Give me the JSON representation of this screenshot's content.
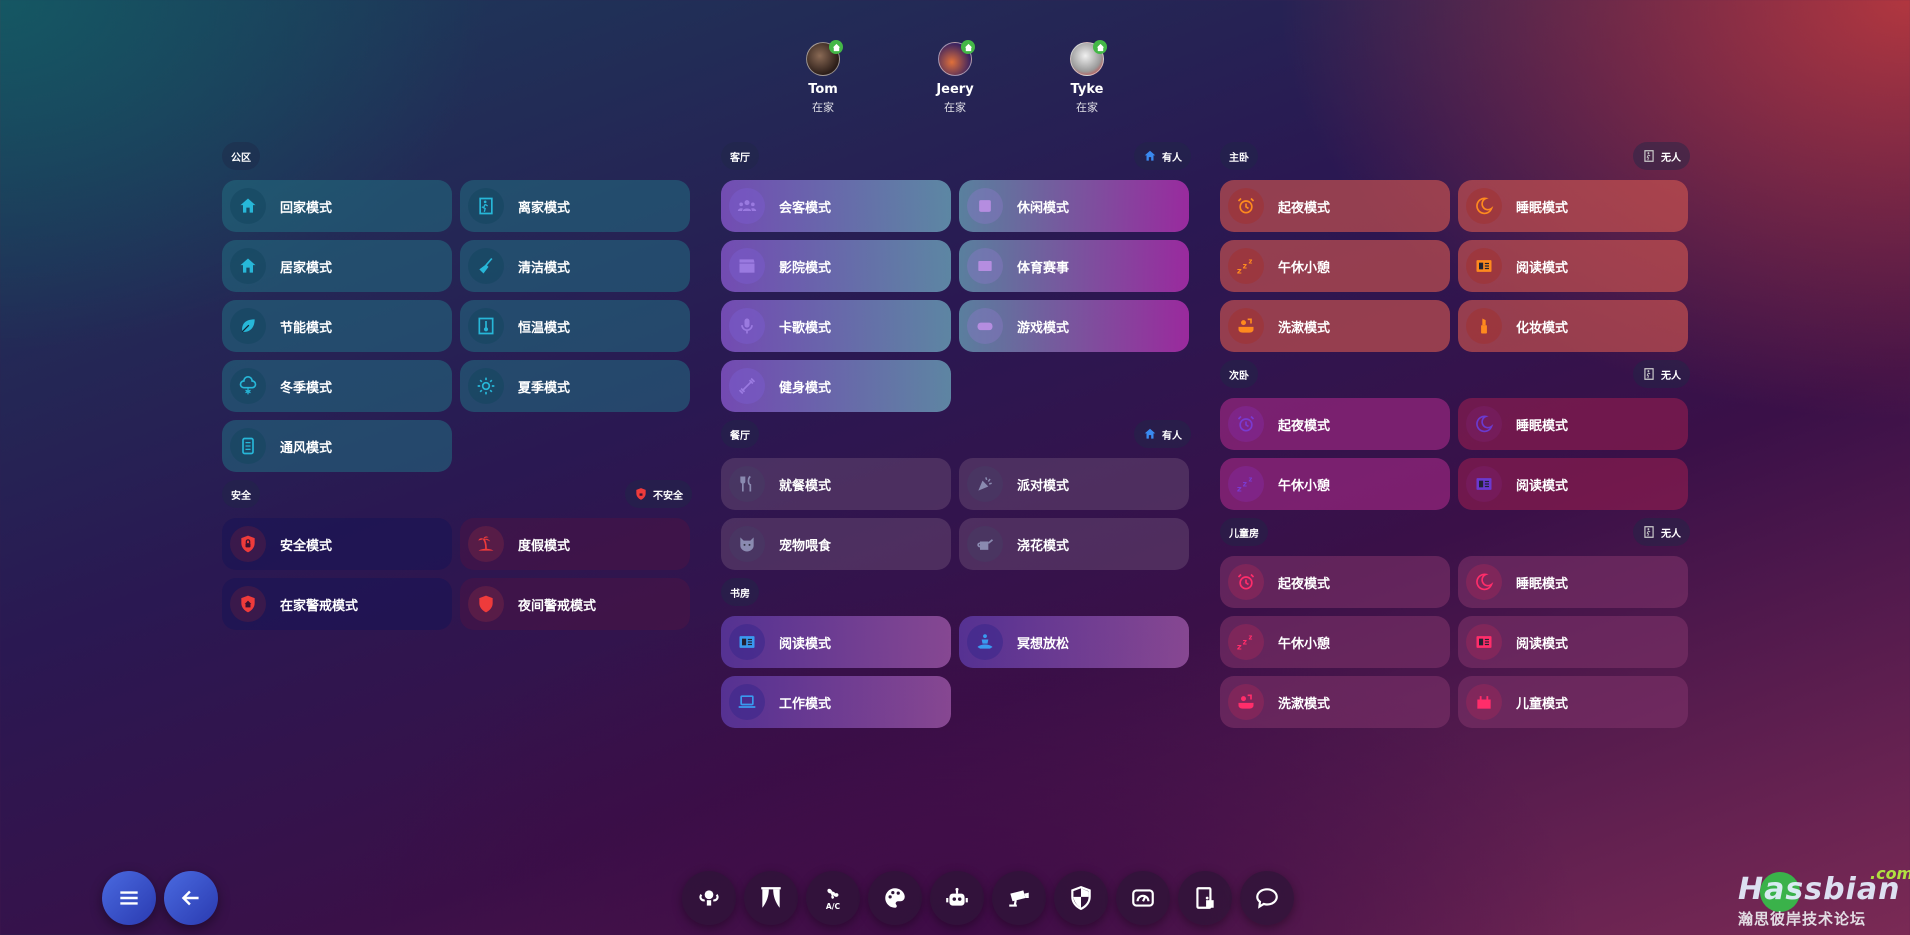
{
  "users": [
    {
      "name": "Tom",
      "status": "在家"
    },
    {
      "name": "Jeery",
      "status": "在家"
    },
    {
      "name": "Tyke",
      "status": "在家"
    }
  ],
  "sections": {
    "gongqu": {
      "title": "公区",
      "tiles": [
        {
          "label": "回家模式",
          "icon": "home-icon"
        },
        {
          "label": "离家模式",
          "icon": "door-exit-icon"
        },
        {
          "label": "居家模式",
          "icon": "home-icon"
        },
        {
          "label": "清洁模式",
          "icon": "broom-icon"
        },
        {
          "label": "节能模式",
          "icon": "leaf-icon"
        },
        {
          "label": "恒温模式",
          "icon": "thermometer-icon"
        },
        {
          "label": "冬季模式",
          "icon": "snow-cloud-icon"
        },
        {
          "label": "夏季模式",
          "icon": "sun-icon"
        },
        {
          "label": "通风模式",
          "icon": "air-purifier-icon"
        }
      ]
    },
    "anquan": {
      "title": "安全",
      "status": "不安全",
      "tiles": [
        {
          "label": "安全模式",
          "icon": "shield-lock-icon"
        },
        {
          "label": "度假模式",
          "icon": "island-icon"
        },
        {
          "label": "在家警戒模式",
          "icon": "shield-home-icon"
        },
        {
          "label": "夜间警戒模式",
          "icon": "shield-moon-icon"
        }
      ]
    },
    "keting": {
      "title": "客厅",
      "status": "有人",
      "tiles": [
        {
          "label": "会客模式",
          "icon": "people-icon"
        },
        {
          "label": "休闲模式",
          "icon": "sofa-icon"
        },
        {
          "label": "影院模式",
          "icon": "clapperboard-icon"
        },
        {
          "label": "体育赛事",
          "icon": "tv-icon"
        },
        {
          "label": "卡歌模式",
          "icon": "microphone-icon"
        },
        {
          "label": "游戏模式",
          "icon": "gamepad-icon"
        },
        {
          "label": "健身模式",
          "icon": "dumbbell-icon"
        }
      ]
    },
    "canting": {
      "title": "餐厅",
      "status": "有人",
      "tiles": [
        {
          "label": "就餐模式",
          "icon": "fork-knife-icon"
        },
        {
          "label": "派对模式",
          "icon": "party-popper-icon"
        },
        {
          "label": "宠物喂食",
          "icon": "cat-icon"
        },
        {
          "label": "浇花模式",
          "icon": "watering-can-icon"
        }
      ]
    },
    "shufang": {
      "title": "书房",
      "tiles": [
        {
          "label": "阅读模式",
          "icon": "book-open-icon"
        },
        {
          "label": "冥想放松",
          "icon": "meditation-icon"
        },
        {
          "label": "工作模式",
          "icon": "laptop-icon"
        }
      ]
    },
    "zhuwo": {
      "title": "主卧",
      "status": "无人",
      "tiles": [
        {
          "label": "起夜模式",
          "icon": "alarm-clock-icon"
        },
        {
          "label": "睡眠模式",
          "icon": "moon-icon"
        },
        {
          "label": "午休小憩",
          "icon": "sleep-zzz-icon"
        },
        {
          "label": "阅读模式",
          "icon": "book-open-icon"
        },
        {
          "label": "洗漱模式",
          "icon": "bath-icon"
        },
        {
          "label": "化妆模式",
          "icon": "lipstick-icon"
        }
      ]
    },
    "ciwo": {
      "title": "次卧",
      "status": "无人",
      "tiles": [
        {
          "label": "起夜模式",
          "icon": "alarm-clock-icon"
        },
        {
          "label": "睡眠模式",
          "icon": "moon-icon"
        },
        {
          "label": "午休小憩",
          "icon": "sleep-zzz-icon"
        },
        {
          "label": "阅读模式",
          "icon": "book-open-icon"
        }
      ]
    },
    "ertongfang": {
      "title": "儿童房",
      "status": "无人",
      "tiles": [
        {
          "label": "起夜模式",
          "icon": "alarm-clock-icon"
        },
        {
          "label": "睡眠模式",
          "icon": "moon-icon"
        },
        {
          "label": "午休小憩",
          "icon": "sleep-zzz-icon"
        },
        {
          "label": "阅读模式",
          "icon": "book-open-icon"
        },
        {
          "label": "洗漱模式",
          "icon": "bath-icon"
        },
        {
          "label": "儿童模式",
          "icon": "toy-icon"
        }
      ]
    }
  },
  "dock": [
    {
      "name": "lights-icon"
    },
    {
      "name": "curtains-icon"
    },
    {
      "name": "fan-ac-icon",
      "text": "A/C"
    },
    {
      "name": "palette-icon"
    },
    {
      "name": "robot-icon"
    },
    {
      "name": "camera-icon"
    },
    {
      "name": "security-shield-icon"
    },
    {
      "name": "gauge-icon"
    },
    {
      "name": "door-card-icon"
    },
    {
      "name": "chat-icon"
    }
  ],
  "logo": {
    "main": "Hassbian",
    "suffix": ".com",
    "subtitle": "瀚思彼岸技术论坛"
  },
  "colors": {
    "safe_alert": "#ee3b3b",
    "presence": "#3a8af0",
    "home_badge": "#44b847"
  }
}
